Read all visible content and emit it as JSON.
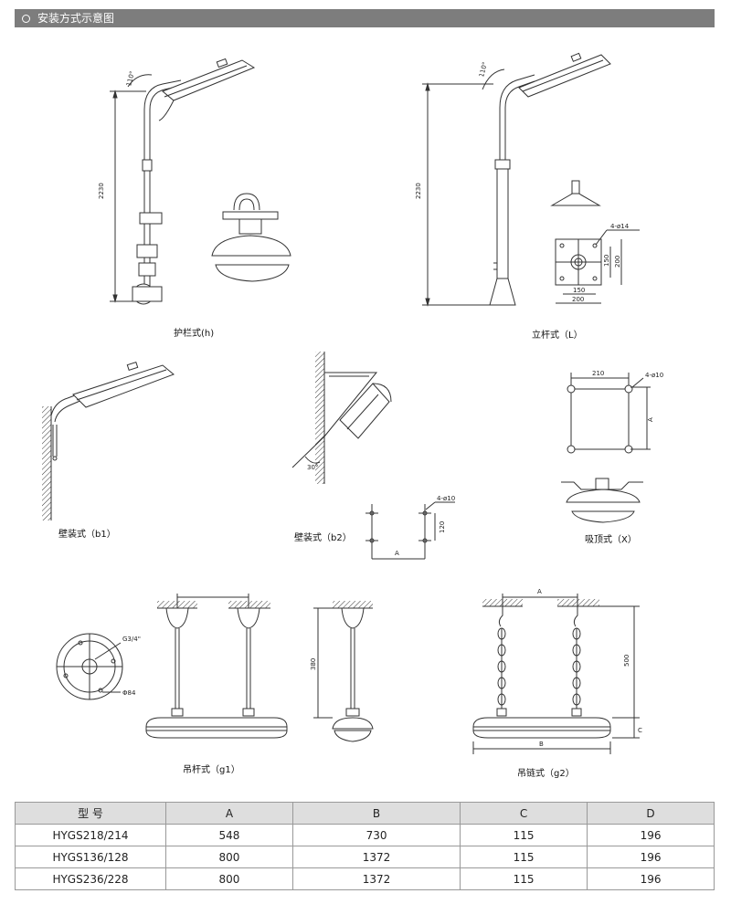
{
  "header": {
    "title": "安装方式示意图"
  },
  "figures": {
    "h": {
      "caption": "护栏式(h)",
      "height": "2230",
      "angle": "110°"
    },
    "L": {
      "caption": "立杆式（L）",
      "height": "2230",
      "angle": "110°",
      "holes": "4-ø14",
      "dim150": "150",
      "dim200": "200"
    },
    "b1": {
      "caption": "壁装式（b1）"
    },
    "b2": {
      "caption": "壁装式（b2）",
      "angle": "30°",
      "holes": "4-ø10",
      "dim120": "120",
      "dimA": "A"
    },
    "X": {
      "caption": "吸顶式（X）",
      "dim210": "210",
      "holes": "4-ø10",
      "dimA": "A"
    },
    "g1": {
      "caption": "吊杆式（g1）",
      "thread": "G3/4\"",
      "diam": "Φ84",
      "height": "380"
    },
    "g2": {
      "caption": "吊链式（g2）",
      "dimA": "A",
      "dimB": "B",
      "dimC": "C",
      "height": "500"
    }
  },
  "table": {
    "headers": [
      "型 号",
      "A",
      "B",
      "C",
      "D"
    ],
    "rows": [
      [
        "HYGS218/214",
        "548",
        "730",
        "115",
        "196"
      ],
      [
        "HYGS136/128",
        "800",
        "1372",
        "115",
        "196"
      ],
      [
        "HYGS236/228",
        "800",
        "1372",
        "115",
        "196"
      ]
    ]
  }
}
